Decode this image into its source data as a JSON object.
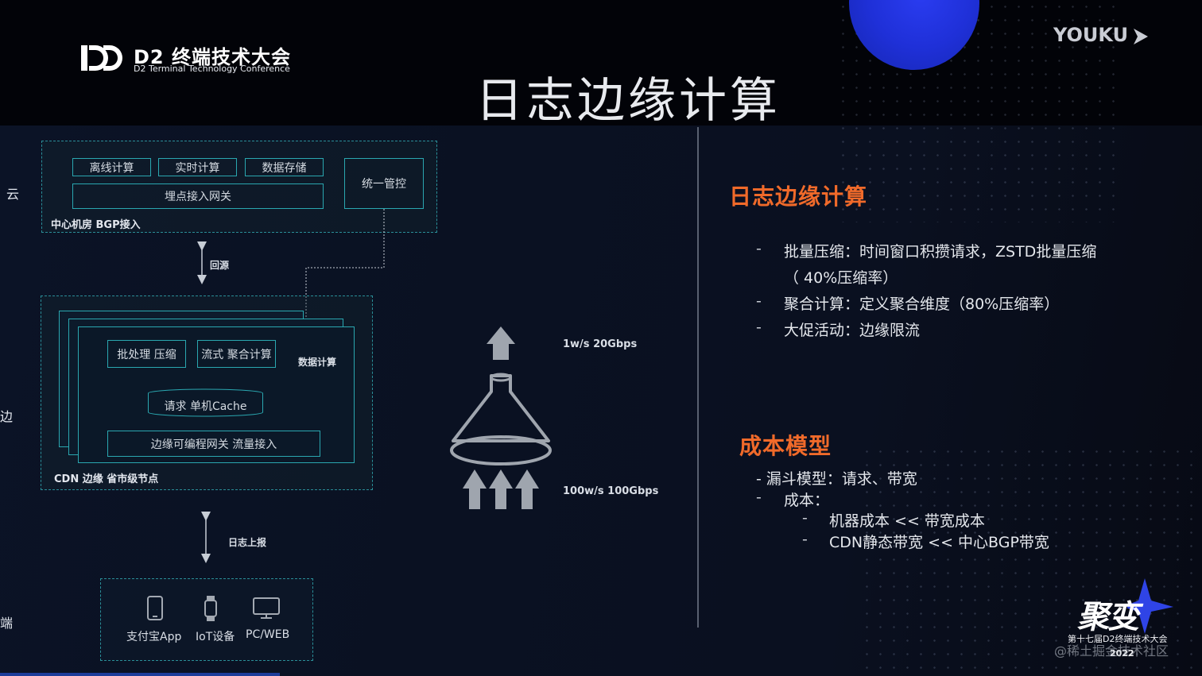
{
  "header": {
    "logo_title": "D2 终端技术大会",
    "logo_sub": "D2 Terminal Technology Conference",
    "platform": "YOUKU",
    "slide_title": "日志边缘计算"
  },
  "diagram": {
    "layers": {
      "cloud": "云",
      "edge": "边",
      "end": "端"
    },
    "cloud": {
      "boxes": [
        "离线计算",
        "实时计算",
        "数据存储"
      ],
      "gateway": "埋点接入网关",
      "control": "统一管控",
      "caption": "中心机房 BGP接入"
    },
    "link_cloud_edge": "回源",
    "edge": {
      "batch": "批处理 压缩",
      "stream": "流式 聚合计算",
      "compute_label": "数据计算",
      "cache": "请求 单机Cache",
      "gateway": "边缘可编程网关 流量接入",
      "caption": "CDN 边缘 省市级节点"
    },
    "link_edge_end": "日志上报",
    "devices": [
      "支付宝App",
      "IoT设备",
      "PC/WEB"
    ],
    "funnel": {
      "top_rate": "1w/s 20Gbps",
      "bottom_rate": "100w/s 100Gbps"
    }
  },
  "right": {
    "section1_title": "日志边缘计算",
    "section1_items": [
      "批量压缩：时间窗口积攒请求，ZSTD批量压缩",
      "（ 40%压缩率）",
      "聚合计算：定义聚合维度（80%压缩率）",
      "大促活动：边缘限流"
    ],
    "section2_title": "成本模型",
    "section2_items": [
      "- 漏斗模型：请求、带宽",
      "成本：",
      "机器成本 << 带宽成本",
      "CDN静态带宽 << 中心BGP带宽"
    ]
  },
  "footer": {
    "event_logo": "聚变",
    "event_sub": "第十七届D2终端技术大会",
    "event_year": "2022",
    "watermark": "@稀土掘金技术社区"
  },
  "colors": {
    "accent_orange": "#f06a2a",
    "box_border": "#2aa7b0",
    "orb_blue": "#2a3cf0"
  }
}
